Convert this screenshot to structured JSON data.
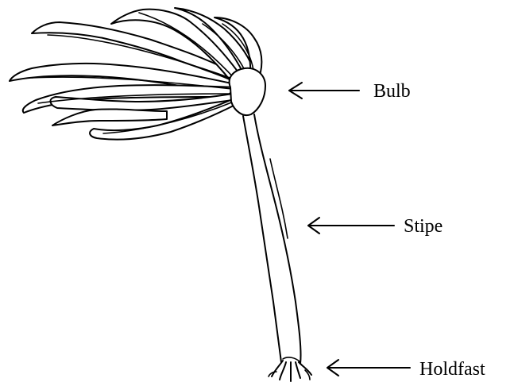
{
  "diagram": {
    "labels": {
      "bulb": "Bulb",
      "stipe": "Stipe",
      "holdfast": "Holdfast"
    },
    "colors": {
      "ink": "#000000",
      "background": "#ffffff"
    }
  }
}
